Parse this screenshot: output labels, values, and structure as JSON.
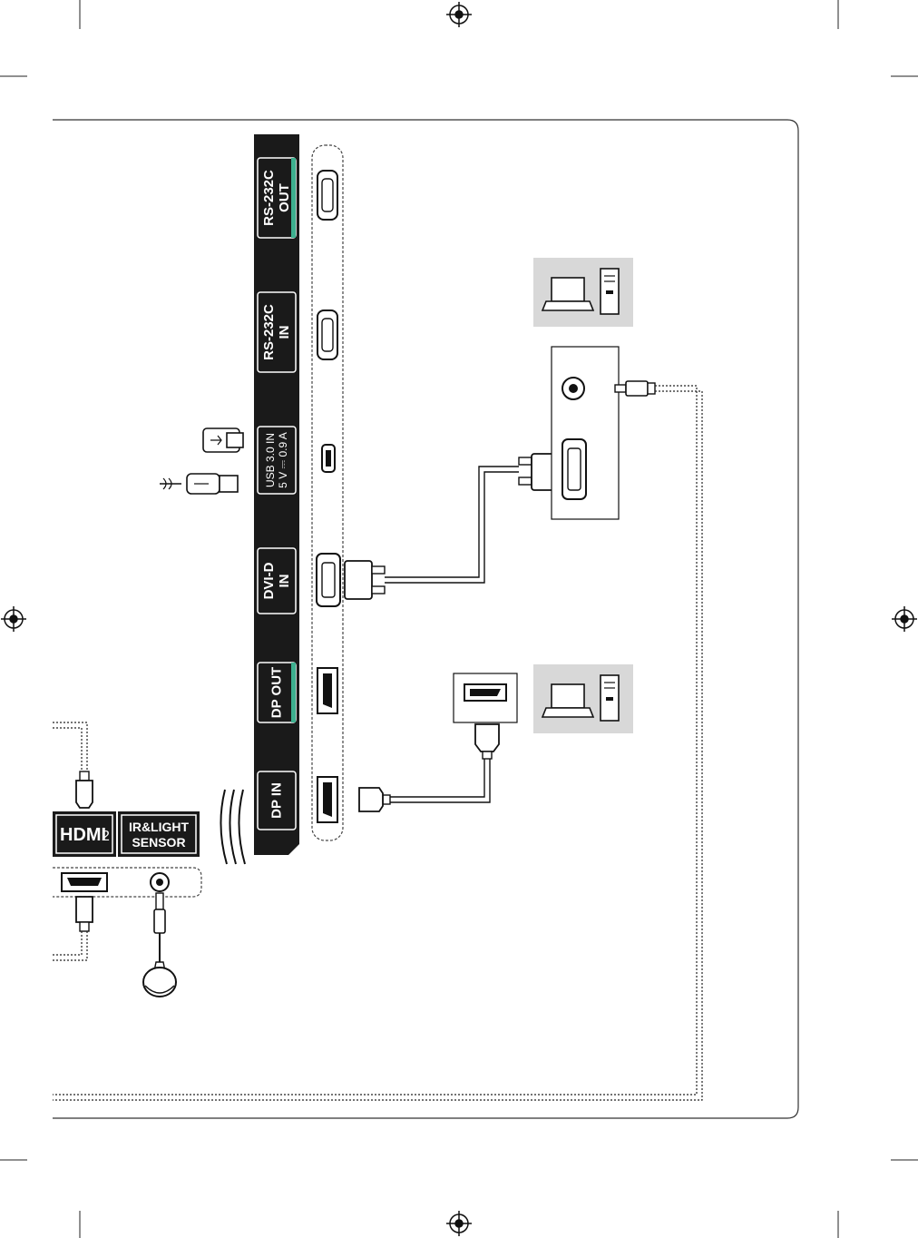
{
  "panel_ports": [
    {
      "id": "rs232c-out",
      "lines": [
        "RS-232C",
        "OUT"
      ],
      "accent": "#3db08f"
    },
    {
      "id": "rs232c-in",
      "lines": [
        "RS-232C",
        "IN"
      ],
      "accent": null
    },
    {
      "id": "usb",
      "lines": [
        "USB 3.0 IN",
        "5 V ⎓ 0.9 A"
      ],
      "accent": null
    },
    {
      "id": "dvi-d-in",
      "lines": [
        "DVI-D",
        "IN"
      ],
      "accent": null
    },
    {
      "id": "dp-out",
      "lines": [
        "DP OUT"
      ],
      "accent": "#3db08f"
    },
    {
      "id": "dp-in",
      "lines": [
        "DP IN"
      ],
      "accent": null
    }
  ],
  "side_panel": {
    "hdmi_label": "HDMI",
    "hdmi_number": "2",
    "sensor_label_line1": "IR&LIGHT",
    "sensor_label_line2": "SENSOR"
  },
  "colors": {
    "panel_bg": "#1a1a1a",
    "accent": "#3db08f",
    "device_box": "#d8d8d8",
    "line": "#111111"
  }
}
